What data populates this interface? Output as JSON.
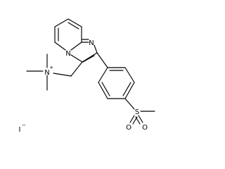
{
  "structure": {
    "atom_labels": {
      "ring_n_upper": "N",
      "ring_n_lower": "N",
      "ammonium_n": "N",
      "ammonium_charge": "+",
      "sulfur": "S",
      "oxygen_left": "O",
      "oxygen_right": "O",
      "iodide": "I",
      "iodide_charge": "−"
    }
  }
}
